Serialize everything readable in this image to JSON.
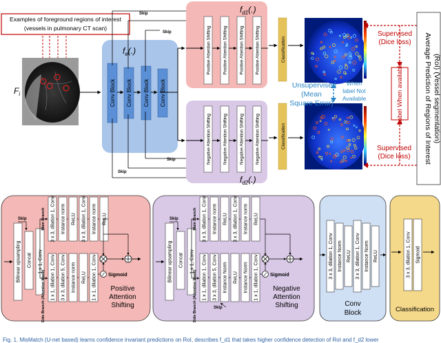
{
  "top": {
    "roi_label_line1": "Examples of foreground regions of interest",
    "roi_label_line2": "(vessels in pulmonary CT scan)",
    "input_label": "F",
    "input_sub": "i",
    "encoder_label": "f",
    "encoder_sub": "e",
    "encoder_arg": "(.)",
    "decoder1_label": "f",
    "decoder1_sub": "d1",
    "decoder1_arg": "(.)",
    "decoder2_label": "f",
    "decoder2_sub": "d2",
    "decoder2_arg": "(.)",
    "skip": "Skip",
    "conv_block": "Conv Block",
    "positive_block": "Positive Attention Shifting",
    "negative_block": "Negative Attention Shifting",
    "classification": "Classification",
    "unsupervised_lines": [
      "Unsupervised",
      "(Mean",
      "Square Error)"
    ],
    "when_lines": [
      "When",
      "label Not",
      "Available"
    ],
    "supervised_top": [
      "Supervised",
      "(Dice loss)"
    ],
    "supervised_bottom": [
      "Supervised",
      "(Dice loss)"
    ],
    "label_box": "Label When available",
    "side_text": "Average Prediction of Regions of Interest (RoI) (Vessel segmentation)"
  },
  "bottom": {
    "positive_panel": {
      "main_branch": "Main Branch",
      "side_branch": "Side Branch (Attention Mask)",
      "skip": "Skip",
      "upsample": "Bilinear upsampling",
      "concat": "Concat",
      "conv1": "1 x 1, Conv",
      "main_layers": [
        "3 x 3, dilation 1, Conv",
        "Instance norm",
        "ReLU",
        "3 x 3, dilation 1, Conv",
        "Instance norm",
        "ReLU"
      ],
      "side_layers": [
        "1 x 1, dilation 1, Conv",
        "3 x 3, dilation 5, Conv",
        "Instance norm",
        "ReLU",
        "1 x 1, dilation 1, Conv"
      ],
      "sigmoid": "Sigmoid",
      "title_lines": [
        "Positive",
        "Attention",
        "Shifting"
      ]
    },
    "negative_panel": {
      "main_branch": "Main Branch",
      "side_branch": "Side Branch (Attention Mask)",
      "skip1": "Skip",
      "skip2": "Skip",
      "upsample": "Bilinear upsampling",
      "concat": "Concat",
      "conv1": "1 x 1, Conv",
      "main_layers": [
        "3 x 3, dilation 1, Conv",
        "Instance norm",
        "ReLU",
        "3 x 3, dilation 1, Conv",
        "Instance norm",
        "ReLU"
      ],
      "side_layers": [
        "1 x 1, dilation 1, Conv",
        "3 x 3, dilation 5, Conv",
        "Instance Norm",
        "ReLU",
        "Instance Norm",
        "1 x 1, dilation 1, Conv"
      ],
      "sigmoid": "Sigmoid",
      "title_lines": [
        "Negative",
        "Attention",
        "Shifting"
      ]
    },
    "conv_panel": {
      "layers": [
        "3 x 3, dilation 1, Conv",
        "Instance Norm",
        "ReLU",
        "3 x 3, dilation 1, Conv",
        "Instance Norm",
        "ReLU"
      ],
      "title_lines": [
        "Conv",
        "Block"
      ]
    },
    "class_panel": {
      "layers": [
        "3 x 3, dilation 1, Conv",
        "Sigmoid"
      ],
      "title": "Classification"
    }
  },
  "caption_fragment": "Fig. 1. MisMatch (U-net based) learns confidence invariant predictions on RoI, describes f_d1 that takes higher confidence detection of RoI and f_d2 lower",
  "colors": {
    "encoder_bg": "#a9c5ea",
    "conv": "#5b8fd6",
    "pos_bg": "#f4b9b7",
    "neg_bg": "#d9c9e6",
    "class_bg": "#f5d98a",
    "class_bar": "#e6c35a",
    "red": "#c00000",
    "blue": "#2f7fc1",
    "unsup": "#2b86c5"
  }
}
